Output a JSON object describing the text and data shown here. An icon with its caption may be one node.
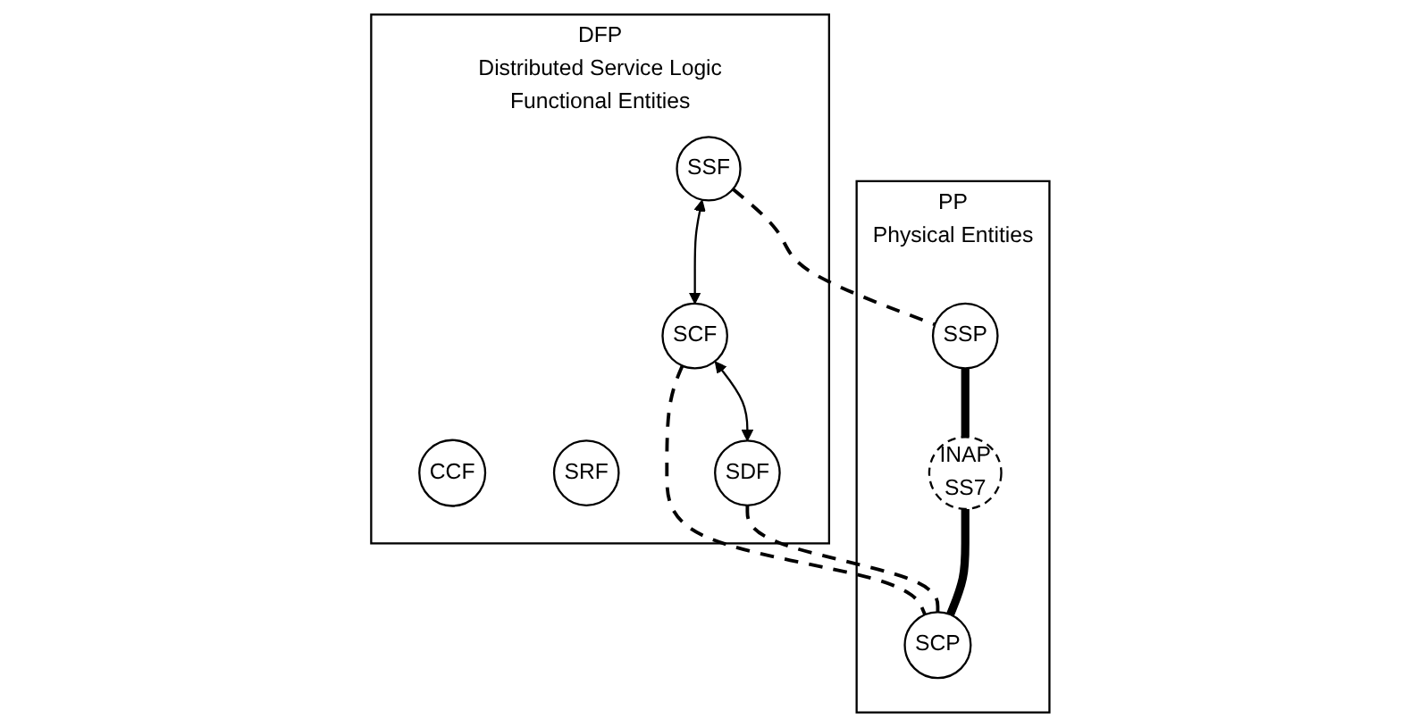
{
  "diagram": {
    "nodes": [
      {
        "text": [
          "DFP",
          "Distributed Service Logic",
          "Functional Entities"
        ]
      },
      {
        "text": [
          "CCF"
        ],
        "in": 0
      },
      {
        "text": [
          "SCF"
        ],
        "in": 0
      },
      {
        "text": [
          "SRF"
        ],
        "in": 0
      },
      {
        "text": [
          "SSF"
        ],
        "in": 0
      },
      {
        "text": [
          "SDF"
        ],
        "in": 0
      },
      {
        "text": [
          "PP",
          "Physical Entities"
        ]
      },
      {
        "text": [
          "SSP"
        ],
        "in": 6
      },
      {
        "text": [
          "INAP",
          "SS7"
        ],
        "in": 6
      },
      {
        "text": [
          "SCP"
        ],
        "in": 6
      }
    ],
    "edges": [
      {
        "from": 4,
        "to": 2,
        "arrow": "both"
      },
      {
        "from": 2,
        "to": 5,
        "arrow": "both"
      },
      {
        "from": 4,
        "to": 7,
        "arrow": "none",
        "style": "dashed"
      },
      {
        "from": 2,
        "to": 9,
        "arrow": "none",
        "style": "dashed"
      },
      {
        "from": 5,
        "to": 9,
        "arrow": "none",
        "style": "dashed"
      },
      {
        "from": 7,
        "to": 8,
        "arrow": "none",
        "style": "thick"
      },
      {
        "from": 8,
        "to": 9,
        "arrow": "none",
        "style": "thick"
      }
    ]
  }
}
